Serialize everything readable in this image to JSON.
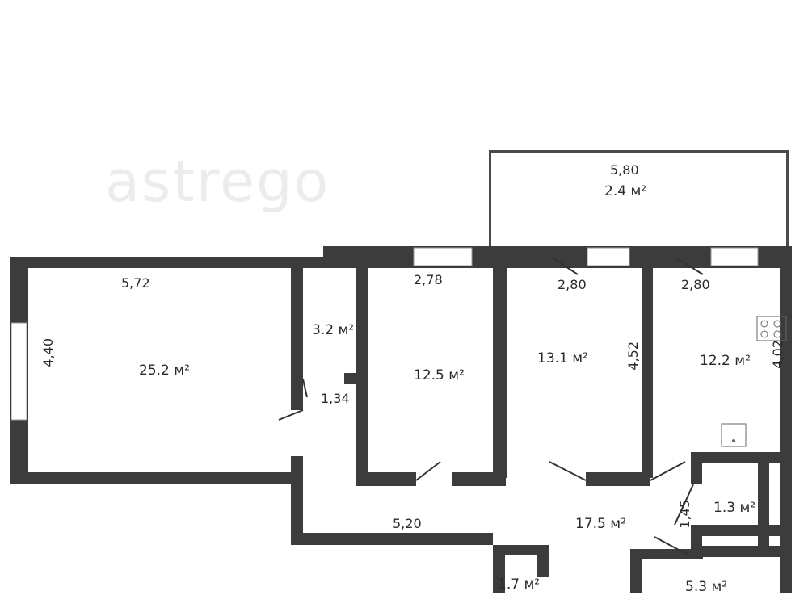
{
  "watermark": "astrego",
  "colors": {
    "wall": "#3c3c3e",
    "background": "#ffffff"
  },
  "rooms": [
    {
      "id": "living",
      "area": "25.2 м²",
      "width": "5,72",
      "depth": "4,40"
    },
    {
      "id": "storage",
      "area": "3.2 м²",
      "depth": "1,34"
    },
    {
      "id": "bedroom-1",
      "area": "12.5 м²",
      "width": "2,78"
    },
    {
      "id": "bedroom-2",
      "area": "13.1 м²",
      "width": "2,80",
      "depth": "4,52"
    },
    {
      "id": "kitchen",
      "area": "12.2 м²",
      "width": "2,80",
      "depth": "4,02"
    },
    {
      "id": "balcony",
      "area": "2.4 м²",
      "width": "5,80"
    },
    {
      "id": "hall",
      "area": "17.5 м²",
      "width": "5,20"
    },
    {
      "id": "toilet",
      "area": "1.3 м²",
      "depth": "1,45"
    },
    {
      "id": "closet",
      "area": "1.7 м²"
    },
    {
      "id": "bathroom",
      "area": "5.3 м²"
    }
  ]
}
